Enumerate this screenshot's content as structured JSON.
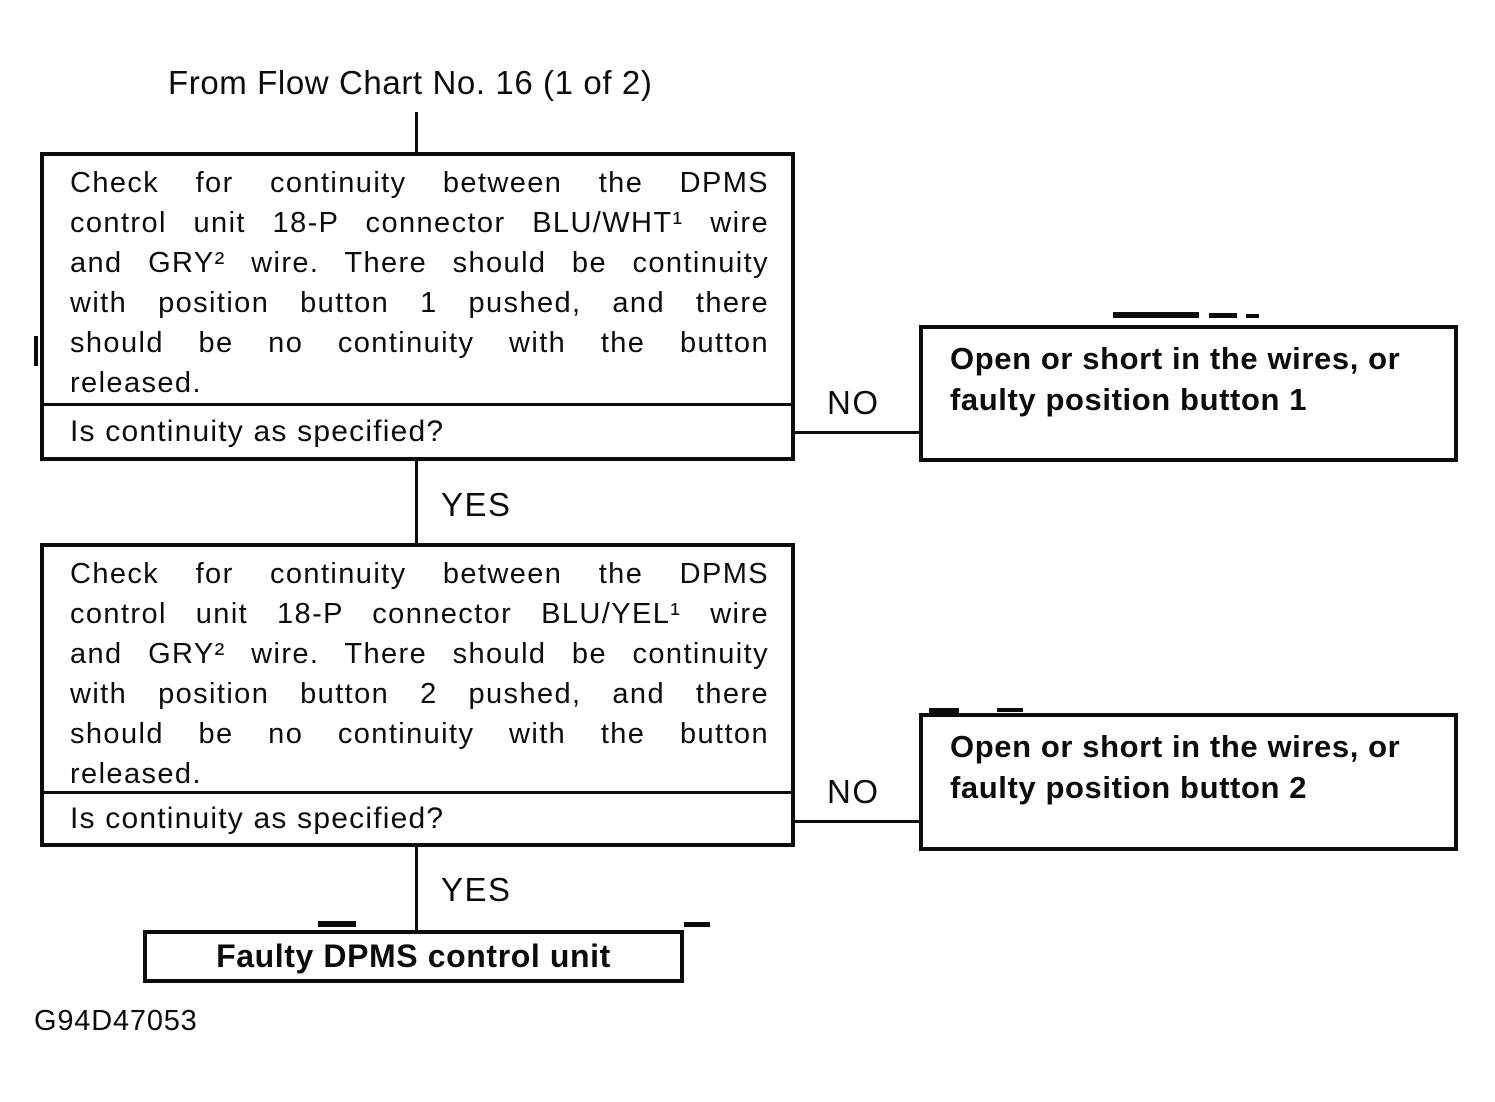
{
  "diagram": {
    "source_label": "From Flow Chart No. 16 (1 of 2)",
    "figure_code": "G94D47053",
    "colors": {
      "ink": "#0c0c0c",
      "background": "#ffffff"
    },
    "final_result": "Faulty DPMS control unit",
    "steps": [
      {
        "id": "step-1",
        "description_lines": [
          "Check for continuity between the DPMS",
          "control unit 18-P connector BLU/WHT¹ wire",
          "and GRY² wire. There should be continuity",
          "with position button 1 pushed, and there",
          "should be no continuity with the button",
          "released."
        ],
        "question": "Is continuity as specified?",
        "no_label": "NO",
        "yes_label": "YES",
        "no_result_lines": [
          "Open or short in the wires, or",
          "faulty position button 1"
        ]
      },
      {
        "id": "step-2",
        "description_lines": [
          "Check for continuity between the DPMS",
          "control unit 18-P connector BLU/YEL¹ wire",
          "and GRY² wire. There should be continuity",
          "with position button 2 pushed, and there",
          "should be no continuity with the button",
          "released."
        ],
        "question": "Is continuity as specified?",
        "no_label": "NO",
        "yes_label": "YES",
        "no_result_lines": [
          "Open or short in the wires, or",
          "faulty position button 2"
        ]
      }
    ]
  }
}
